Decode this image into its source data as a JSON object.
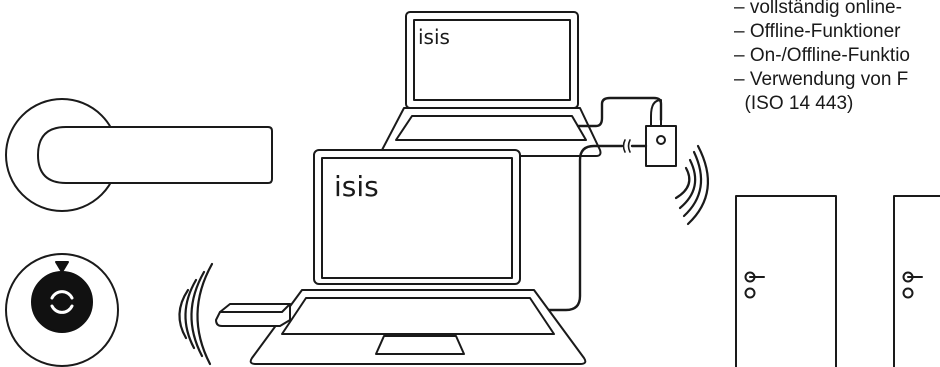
{
  "laptop_brand_top": "isis",
  "laptop_brand_front": "isis",
  "features": [
    "– vollständig online-",
    "– Offline-Funktioner",
    "– On-/Offline-Funktio",
    "– Verwendung von F",
    "  (ISO 14 443)"
  ],
  "colors": {
    "line": "#1a1a1a",
    "fill": "#ffffff",
    "knob": "#111111"
  }
}
